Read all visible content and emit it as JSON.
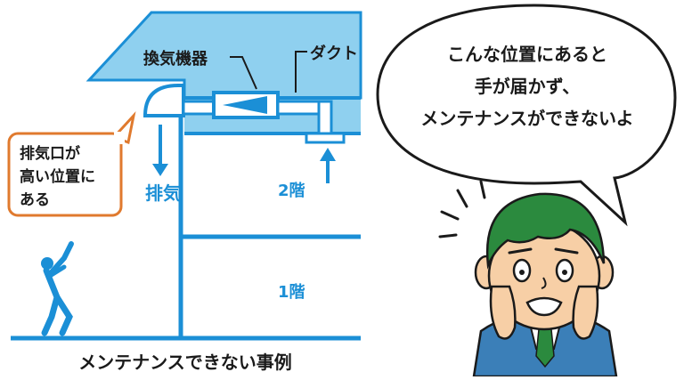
{
  "diagram": {
    "labels": {
      "fan": "換気機器",
      "duct": "ダクト",
      "exhaust": "排気",
      "floor2": "2階",
      "floor1": "1階"
    },
    "callout_lines": [
      "排気口が",
      "高い位置に",
      "ある"
    ],
    "speech_lines": [
      "こんな位置にあると",
      "手が届かず、",
      "メンテナンスができないよ"
    ],
    "caption": "メンテナンスできない事例",
    "colors": {
      "blue": "#1b8fd6",
      "roof": "#8fd0ef",
      "callout_border": "#e07a2e",
      "skin": "#f7cfa6",
      "hair": "#2b8a3e",
      "suit": "#3b7fb8"
    }
  }
}
